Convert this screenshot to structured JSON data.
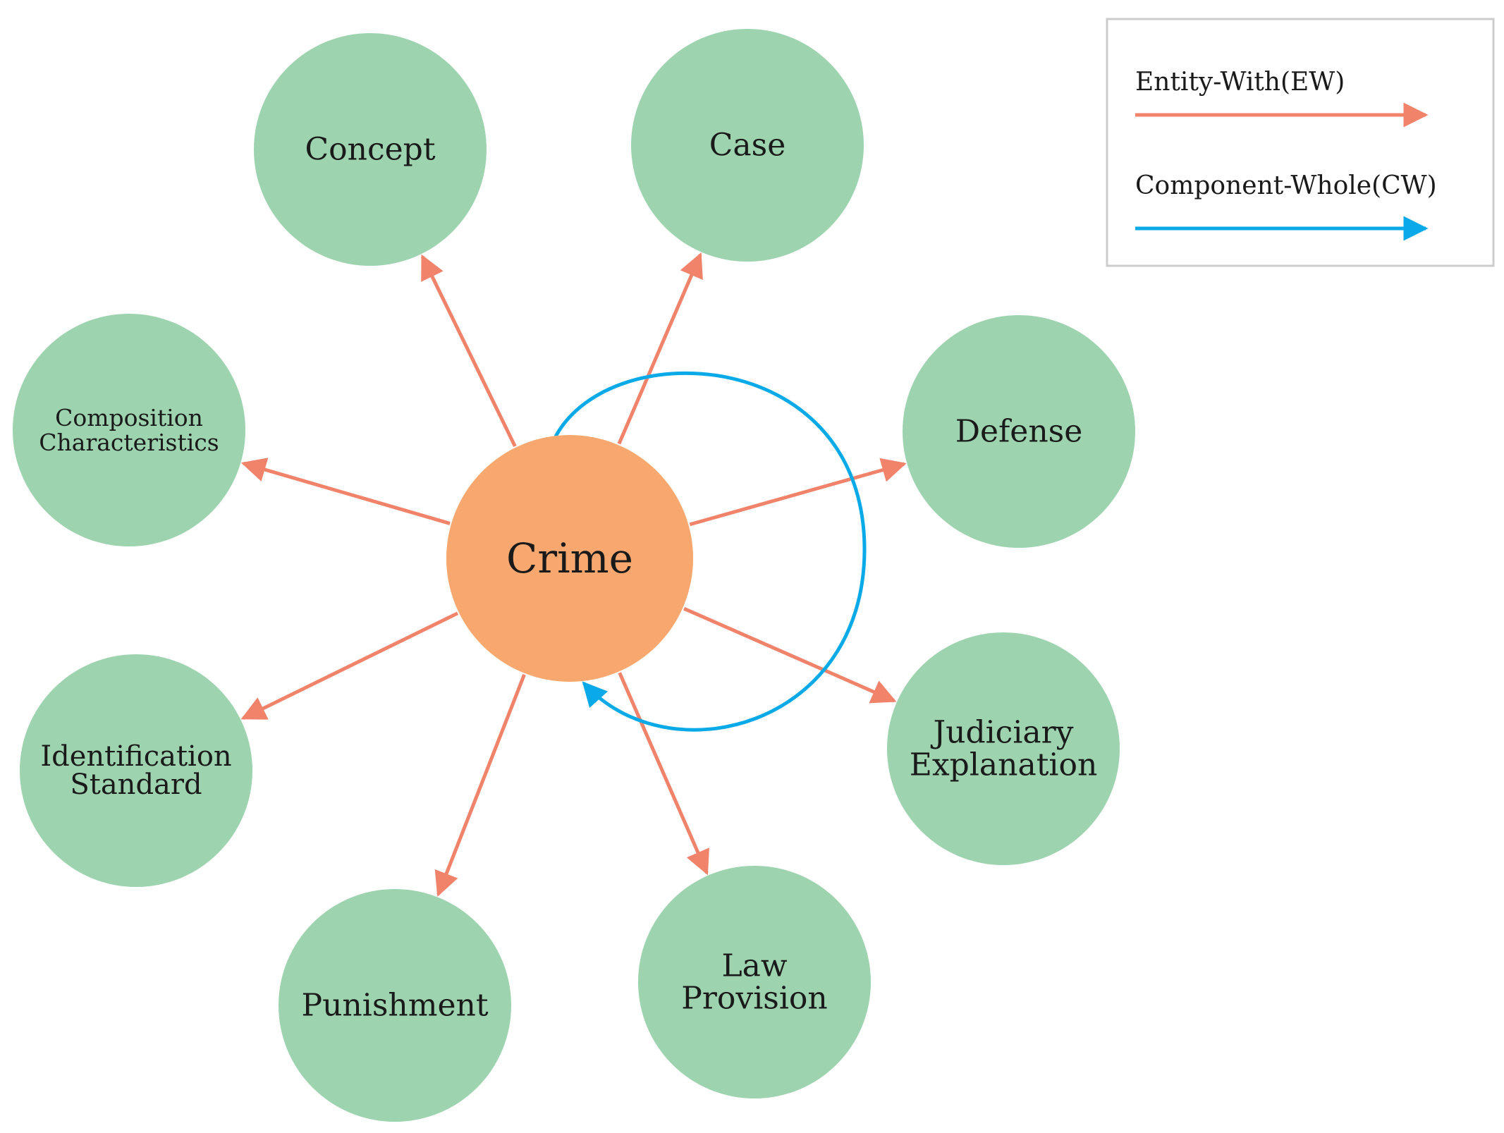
{
  "colors": {
    "center_fill": "#F8A86F",
    "node_fill": "#9DD3AF",
    "ew_edge": "#F0836A",
    "cw_edge": "#0AAAE8",
    "legend_border": "#CCCCCC",
    "text": "#1a1a1a"
  },
  "center": {
    "id": "crime",
    "lines": [
      "Crime"
    ]
  },
  "nodes": [
    {
      "id": "concept",
      "lines": [
        "Concept"
      ]
    },
    {
      "id": "case",
      "lines": [
        "Case"
      ]
    },
    {
      "id": "defense",
      "lines": [
        "Defense"
      ]
    },
    {
      "id": "judiciary-explanation",
      "lines": [
        "Judiciary",
        "Explanation"
      ]
    },
    {
      "id": "law-provision",
      "lines": [
        "Law",
        "Provision"
      ]
    },
    {
      "id": "punishment",
      "lines": [
        "Punishment"
      ]
    },
    {
      "id": "identification-standard",
      "lines": [
        "Identification",
        "Standard"
      ]
    },
    {
      "id": "composition-characteristics",
      "lines": [
        "Composition",
        "Characteristics"
      ]
    }
  ],
  "edges": [
    {
      "type": "EW",
      "from": "crime",
      "to": "concept"
    },
    {
      "type": "EW",
      "from": "crime",
      "to": "case"
    },
    {
      "type": "EW",
      "from": "crime",
      "to": "defense"
    },
    {
      "type": "EW",
      "from": "crime",
      "to": "judiciary-explanation"
    },
    {
      "type": "EW",
      "from": "crime",
      "to": "law-provision"
    },
    {
      "type": "EW",
      "from": "crime",
      "to": "punishment"
    },
    {
      "type": "EW",
      "from": "crime",
      "to": "identification-standard"
    },
    {
      "type": "EW",
      "from": "crime",
      "to": "composition-characteristics"
    },
    {
      "type": "CW",
      "from": "crime",
      "to": "crime"
    }
  ],
  "legend": {
    "items": [
      {
        "type": "EW",
        "label": "Entity-With(EW)"
      },
      {
        "type": "CW",
        "label": "Component-Whole(CW)"
      }
    ]
  }
}
